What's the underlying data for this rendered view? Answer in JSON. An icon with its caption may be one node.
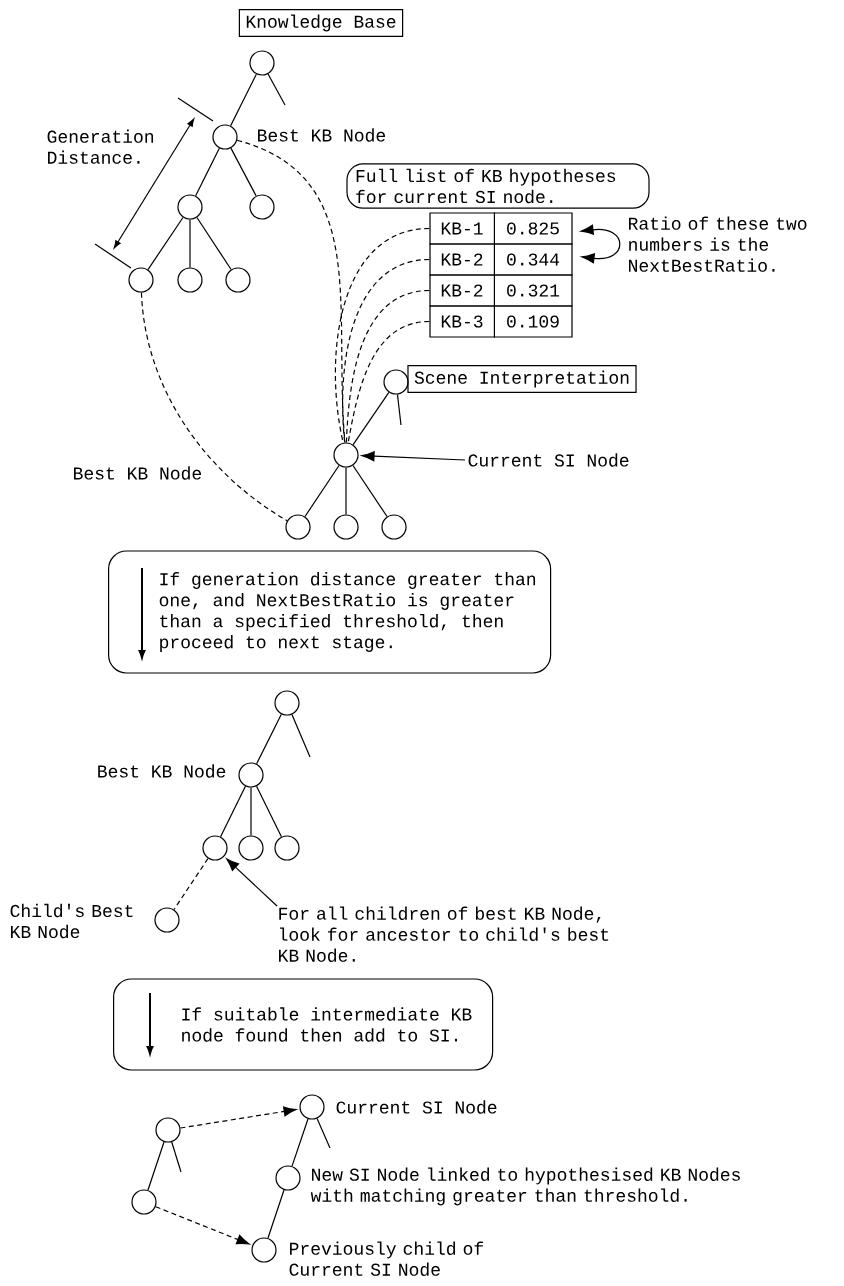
{
  "diagram": {
    "nodes": [
      {
        "text": [
          "Knowledge Base"
        ]
      },
      {
        "text": [],
        "shape": "circle"
      },
      {
        "text": [],
        "shape": "circle",
        "beside": [
          "Best KB Node"
        ]
      },
      {
        "text": [],
        "shape": "circle"
      },
      {
        "text": [],
        "shape": "circle"
      },
      {
        "text": [],
        "shape": "circle"
      },
      {
        "text": [],
        "shape": "circle"
      },
      {
        "text": [],
        "shape": "circle"
      },
      {
        "text": [
          "Full list of KB hypotheses for current SI node."
        ]
      },
      {
        "text": [
          "KB-1",
          "0.825"
        ]
      },
      {
        "text": [
          "KB-2",
          "0.344"
        ]
      },
      {
        "text": [
          "KB-2",
          "0.321"
        ]
      },
      {
        "text": [
          "KB-3",
          "0.109"
        ]
      },
      {
        "text": [
          "Scene Interpretation"
        ]
      },
      {
        "text": [],
        "shape": "circle"
      },
      {
        "text": [],
        "shape": "circle"
      },
      {
        "text": [
          "Current SI Node"
        ]
      },
      {
        "text": [],
        "shape": "circle"
      },
      {
        "text": [],
        "shape": "circle"
      },
      {
        "text": [],
        "shape": "circle"
      },
      {
        "text": [
          "If generation distance greater than one, and NextBestRatio is greater than a specified threshold, then proceed to next stage."
        ]
      },
      {
        "text": [],
        "shape": "circle"
      },
      {
        "text": [],
        "shape": "circle",
        "beside": [
          "Best KB Node"
        ]
      },
      {
        "text": [],
        "shape": "circle"
      },
      {
        "text": [],
        "shape": "circle"
      },
      {
        "text": [],
        "shape": "circle"
      },
      {
        "text": [],
        "shape": "circle",
        "beside": [
          "Child's Best KB Node"
        ]
      },
      {
        "text": [
          "For all children of best KB Node, look for ancestor to child's best KB Node."
        ]
      },
      {
        "text": [
          "If suitable intermediate KB node found then add to SI."
        ]
      },
      {
        "text": [],
        "shape": "circle"
      },
      {
        "text": [],
        "shape": "circle"
      },
      {
        "text": [],
        "shape": "circle",
        "beside": [
          "Current SI Node"
        ]
      },
      {
        "text": [],
        "shape": "circle",
        "beside": [
          "New SI Node linked to hypothesised KB Nodes with matching greater than threshold."
        ]
      },
      {
        "text": [],
        "shape": "circle",
        "beside": [
          "Previously child of Current SI Node"
        ]
      }
    ],
    "edges": [
      {
        "from": 1,
        "to": 2,
        "arrow": "none"
      },
      {
        "from": 2,
        "to": 3,
        "arrow": "none"
      },
      {
        "from": 2,
        "to": 4,
        "arrow": "none"
      },
      {
        "from": 3,
        "to": 5,
        "arrow": "none"
      },
      {
        "from": 3,
        "to": 6,
        "arrow": "none"
      },
      {
        "from": 3,
        "to": 7,
        "arrow": "none"
      },
      {
        "from": 2,
        "to": 15,
        "arrow": "none",
        "style": "dashed"
      },
      {
        "from": 5,
        "to": 17,
        "arrow": "none",
        "style": "dashed"
      },
      {
        "from": 9,
        "to": 15,
        "arrow": "none",
        "style": "dashed"
      },
      {
        "from": 10,
        "to": 15,
        "arrow": "none",
        "style": "dashed"
      },
      {
        "from": 11,
        "to": 15,
        "arrow": "none",
        "style": "dashed"
      },
      {
        "from": 12,
        "to": 15,
        "arrow": "none",
        "style": "dashed"
      },
      {
        "from": 9,
        "to": 10,
        "arrow": "both"
      },
      {
        "from": 14,
        "to": 15,
        "arrow": "none"
      },
      {
        "from": 15,
        "to": 17,
        "arrow": "none"
      },
      {
        "from": 15,
        "to": 18,
        "arrow": "none"
      },
      {
        "from": 15,
        "to": 19,
        "arrow": "none"
      },
      {
        "from": 16,
        "to": 15,
        "arrow": "to"
      },
      {
        "from": 21,
        "to": 22,
        "arrow": "none"
      },
      {
        "from": 22,
        "to": 23,
        "arrow": "none"
      },
      {
        "from": 22,
        "to": 24,
        "arrow": "none"
      },
      {
        "from": 22,
        "to": 25,
        "arrow": "none"
      },
      {
        "from": 23,
        "to": 26,
        "arrow": "none",
        "style": "dashed"
      },
      {
        "from": 27,
        "to": 23,
        "arrow": "to"
      },
      {
        "from": 29,
        "to": 30,
        "arrow": "none"
      },
      {
        "from": 29,
        "to": 31,
        "arrow": "to",
        "style": "dashed"
      },
      {
        "from": 30,
        "to": 33,
        "arrow": "to",
        "style": "dashed"
      },
      {
        "from": 31,
        "to": 32,
        "arrow": "none"
      },
      {
        "from": 32,
        "to": 33,
        "arrow": "none"
      }
    ],
    "labels": [
      "Generation Distance.",
      "Ratio of these two numbers is the NextBestRatio.",
      "Best KB Node"
    ]
  }
}
